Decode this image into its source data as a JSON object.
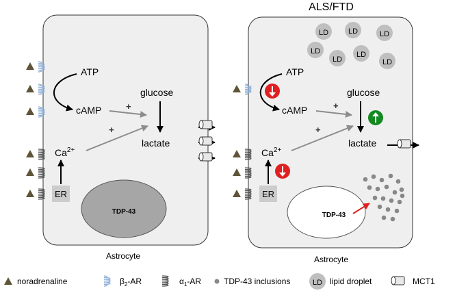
{
  "title": "ALS/FTD",
  "panels": [
    {
      "caption": "Astrocyte",
      "atp": "ATP",
      "camp": "cAMP",
      "glucose": "glucose",
      "lactate": "lactate",
      "ca_base": "Ca",
      "ca_sup": "2+",
      "er": "ER",
      "tdp43": "TDP-43",
      "plus_camp": "+",
      "plus_ca": "+"
    },
    {
      "caption": "Astrocyte",
      "atp": "ATP",
      "camp": "cAMP",
      "glucose": "glucose",
      "lactate": "lactate",
      "ca_base": "Ca",
      "ca_sup": "2+",
      "er": "ER",
      "tdp43": "TDP-43",
      "plus_camp": "+",
      "plus_ca": "+",
      "lipid_label": "LD",
      "indicators": {
        "camp": "decrease",
        "glucose_to_lactate": "increase",
        "ca": "decrease"
      }
    }
  ],
  "legend": {
    "noradrenaline": "noradrenaline",
    "beta_base": "β",
    "beta_sub": "2",
    "beta_rest": "-AR",
    "alpha_base": "α",
    "alpha_sub": "1",
    "alpha_rest": "-AR",
    "tdp43_inclusions": "TDP-43 inclusions",
    "ld_symbol": "LD",
    "lipid_droplet": "lipid droplet",
    "mct1": "MCT1"
  },
  "colors": {
    "cell_fill": "#efefef",
    "nucleus_left_fill": "#a6a6a6",
    "ld_fill": "#bfbfbf",
    "receptor_beta": "#8fb0d8",
    "receptor_alpha": "#555555",
    "noradrenaline": "#5e5538",
    "gray_arrow": "#8c8c8c",
    "decrease_circle": "#e02020",
    "increase_circle": "#138a20",
    "inclusion_dot": "#888888",
    "pointer_arrow": "#e02020"
  }
}
